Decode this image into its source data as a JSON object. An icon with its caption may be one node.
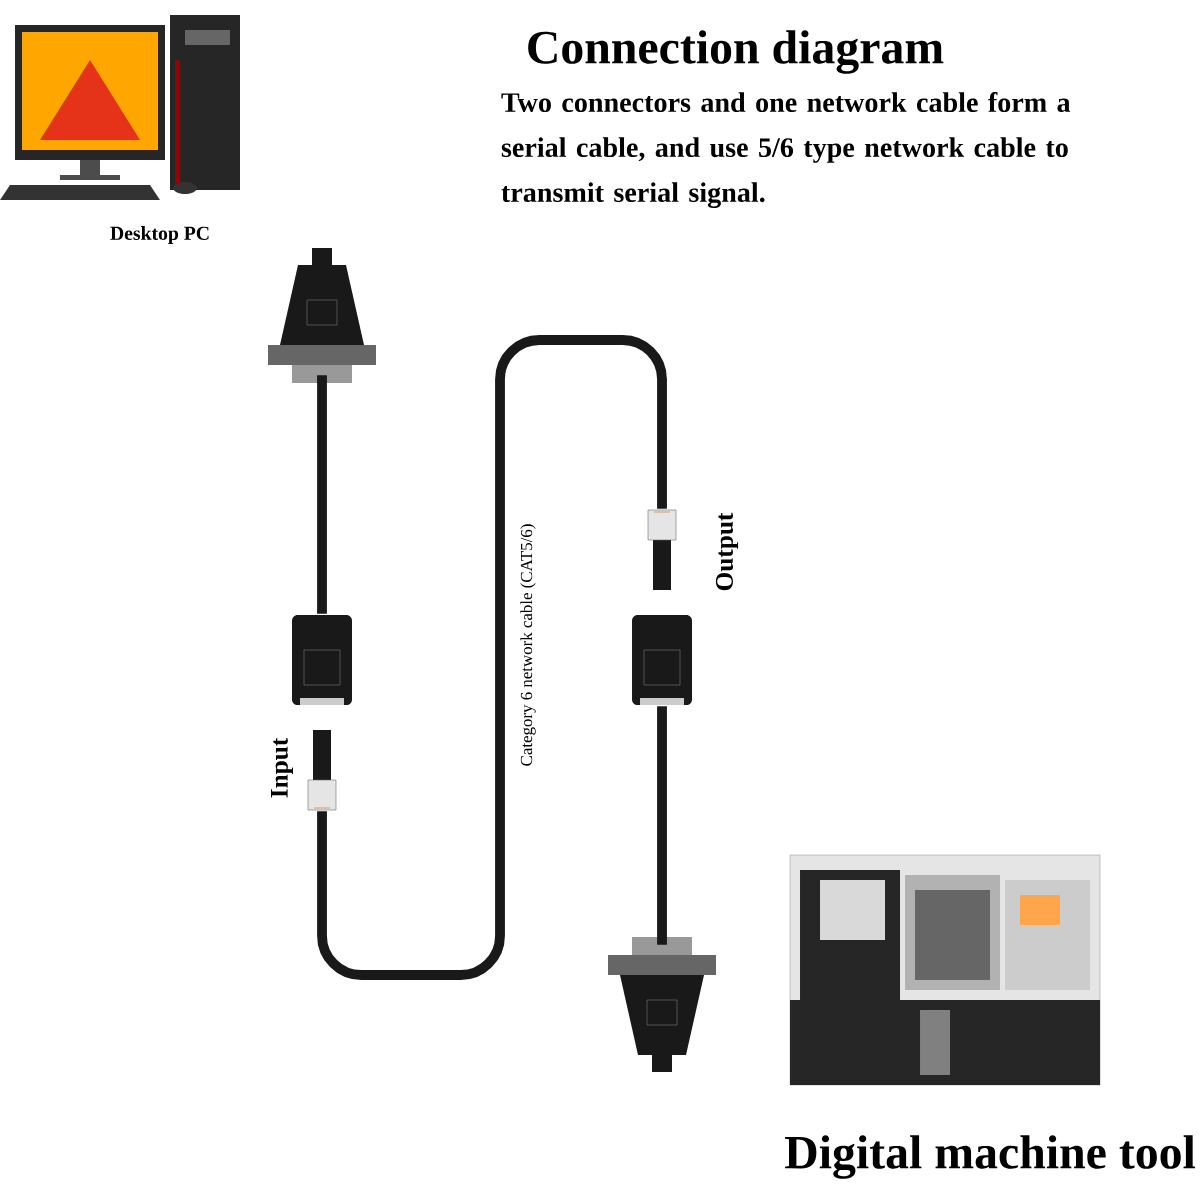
{
  "diagram": {
    "title": "Connection diagram",
    "nodes": [
      {
        "text": [],
        "shape": "picture",
        "beside": [
          "Desktop PC"
        ]
      },
      {
        "text": [],
        "shape": "picture"
      },
      {
        "text": [],
        "shape": "picture"
      },
      {
        "text": [],
        "shape": "picture",
        "beside": [
          "Input"
        ]
      },
      {
        "text": [],
        "shape": "picture",
        "beside": [
          "Output"
        ]
      },
      {
        "text": [],
        "shape": "picture"
      },
      {
        "text": [],
        "shape": "picture"
      },
      {
        "text": [],
        "shape": "picture",
        "beside": [
          "Digital machine tool"
        ]
      }
    ],
    "edges": [
      {
        "from": 1,
        "to": 2,
        "arrow": "none"
      },
      {
        "from": 3,
        "to": 4,
        "arrow": "none",
        "label": "Category 6 network cable (CAT5/6)"
      },
      {
        "from": 5,
        "to": 6,
        "arrow": "none"
      }
    ],
    "labels": [
      "Two connectors and one network cable form a serial cable, and use 5/6 type network cable to transmit serial signal."
    ]
  }
}
